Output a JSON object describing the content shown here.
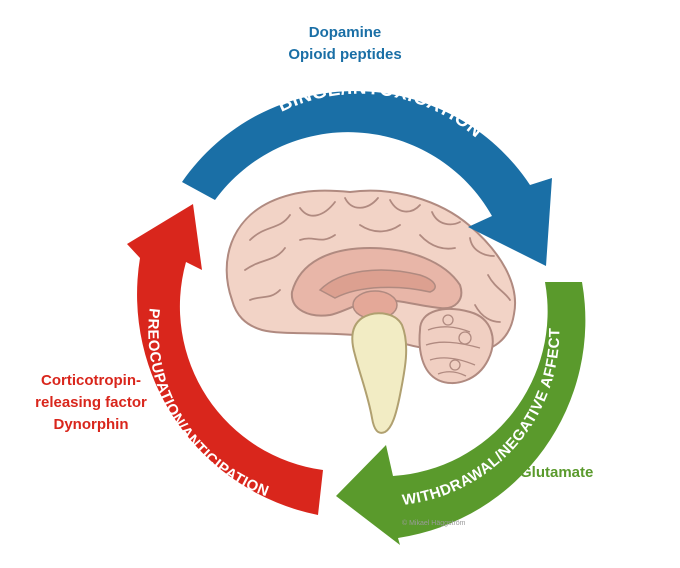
{
  "diagram": {
    "stages": {
      "binge": {
        "label": "BINGE/INTOXICATION",
        "color": "#1a6fa6",
        "neurotransmitters": [
          "Dopamine",
          "Opioid peptides"
        ]
      },
      "withdrawal": {
        "label": "WITHDRAWAL/NEGATIVE AFFECT",
        "color": "#5a9a2c",
        "neurotransmitters": [
          "Glutamate"
        ]
      },
      "preoccupation": {
        "label": "PREOCUPATION/ANTICIPATION",
        "color": "#d9261c",
        "neurotransmitters": [
          "Corticotropin-",
          "releasing factor",
          "Dynorphin"
        ]
      }
    },
    "center_image": "brain-sagittal-illustration",
    "copyright": "© Mikael Häggström"
  }
}
